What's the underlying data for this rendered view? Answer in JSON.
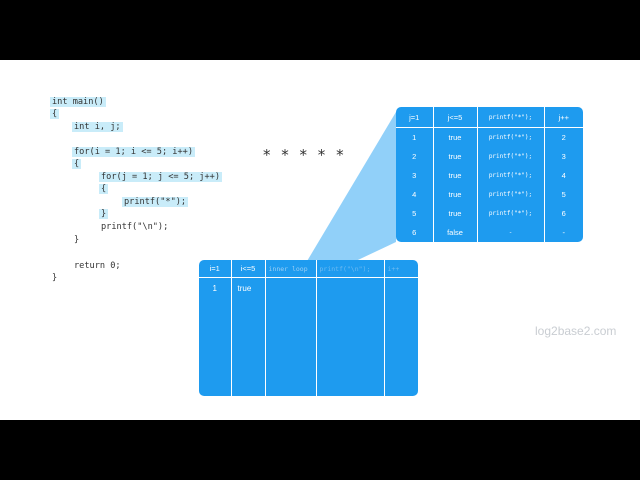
{
  "code": {
    "lines": [
      "int main()",
      "{",
      "int i, j;",
      "for(i = 1; i <= 5; i++)",
      "{",
      "for(j = 1; j <= 5; j++)",
      "{",
      "printf(\"*\");",
      "}",
      "printf(\"\\n\");",
      "}",
      "return 0;",
      "}"
    ]
  },
  "output": {
    "stars": "* * * * *"
  },
  "outer_table": {
    "headers": [
      "i=1",
      "i<=5",
      "inner loop",
      "printf(\"\\n\");",
      "i++"
    ],
    "row": [
      "1",
      "true",
      "",
      "",
      ""
    ]
  },
  "inner_table": {
    "headers": [
      "j=1",
      "j<=5",
      "printf(\"*\");",
      "j++"
    ],
    "rows": [
      [
        "1",
        "true",
        "printf(\"*\");",
        "2"
      ],
      [
        "2",
        "true",
        "printf(\"*\");",
        "3"
      ],
      [
        "3",
        "true",
        "printf(\"*\");",
        "4"
      ],
      [
        "4",
        "true",
        "printf(\"*\");",
        "5"
      ],
      [
        "5",
        "true",
        "printf(\"*\");",
        "6"
      ],
      [
        "6",
        "false",
        "-",
        "-"
      ]
    ]
  },
  "watermark": "log2base2.com",
  "colors": {
    "table_blue": "#1e9bef",
    "highlight": "#c9ecf9",
    "cone": "#7ec8f8"
  }
}
